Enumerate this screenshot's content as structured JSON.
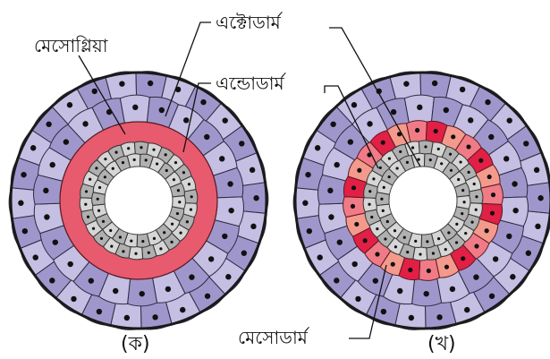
{
  "labels": {
    "mesoglea": "মেসোগ্লিয়া",
    "ectoderm": "এক্টোডার্ম",
    "endoderm": "এন্ডোডার্ম",
    "mesoderm": "মেসোডার্ম"
  },
  "captions": {
    "left": "(ক)",
    "right": "(খ)"
  },
  "colors": {
    "ectoderm_fill": "#9f97cc",
    "ectoderm_fill_alt": "#c4bfe3",
    "ectoderm_stroke": "#2b2b40",
    "mesoglea": "#e85a6e",
    "endoderm_fill": "#b0b0b0",
    "endoderm_fill_alt": "#d6d6d6",
    "mesoderm_red": "#e21f45",
    "mesoderm_salmon": "#f39a8c",
    "mesoderm_pink": "#f07b86",
    "lumen": "#ffffff",
    "nucleus": "#111111"
  }
}
